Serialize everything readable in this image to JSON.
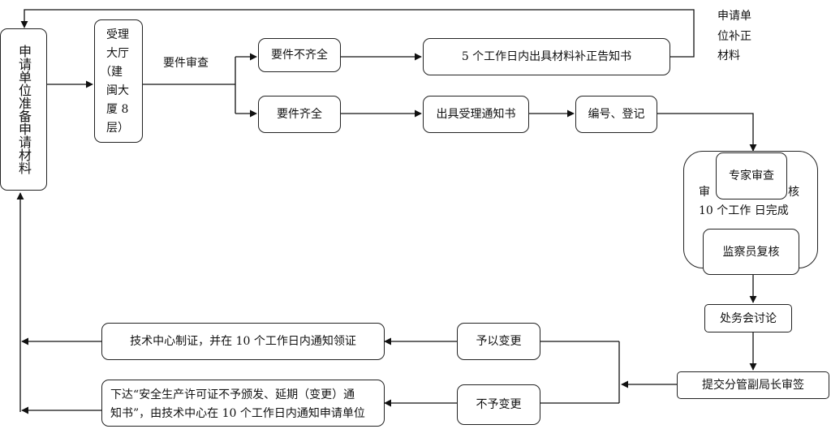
{
  "nodes": {
    "applicant": "申请单位准备申请材料",
    "hall_line1": "受理",
    "hall_line2": "大厅",
    "hall_line3": "（建",
    "hall_line4": "闽大",
    "hall_line5": "厦 8",
    "hall_line6": "层）",
    "incomplete": "要件不齐全",
    "complete": "要件齐全",
    "supplement_notice": "5 个工作日内出具材料补正告知书",
    "acceptance_notice": "出具受理通知书",
    "numbering": "编号、登记",
    "expert_review": "专家审查",
    "supervisor_review": "监察员复核",
    "office_meeting": "处务会讨论",
    "director_sign": "提交分管副局长审签",
    "approve_change": "予以变更",
    "reject_change": "不予变更",
    "certificate_text": "技术中心制证，并在 10 个工作日内通知领证",
    "reject_text_line1": "下达“安全生产许可证不予颁发、延期（变更）通",
    "reject_text_line2": "知书”，由技术中心在 10 个工作日内通知申请单位"
  },
  "labels": {
    "check": "要件审查",
    "resubmit_line1": "申请单",
    "resubmit_line2": "位补正",
    "resubmit_line3": "材料",
    "review_left": "审",
    "review_right": "核",
    "review_days": "10 个工作  日完成"
  }
}
